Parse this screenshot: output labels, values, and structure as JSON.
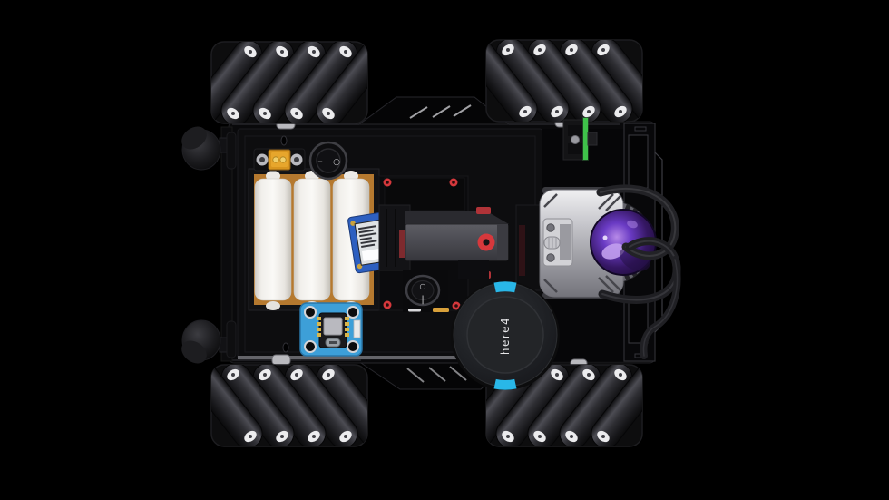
{
  "labels": {
    "gps_puck": "here4"
  },
  "switches": {
    "main_power": {
      "left_symbol": "–",
      "right_symbol": "○"
    },
    "aux_power": {
      "top_symbol": "○",
      "bottom_symbol": "|"
    }
  },
  "colors": {
    "background": "#000000",
    "chassis_black": "#09090b",
    "accent_cyan": "#29b7e8",
    "lens_purple": "#6a3bc4",
    "mcu_pcb_blue": "#3d9fd8",
    "oled_pcb_blue": "#2d5fc0",
    "battery_cell_white": "#f1efeb",
    "battery_tape_orange": "#b5792f",
    "xt30_connector_orange": "#d8951f",
    "screw_red": "#d6383c",
    "antenna_strip_green": "#3fc24a",
    "camera_silver": "#c9c9ce",
    "roller_cap_white": "#ececee",
    "led_yellow": "#d8a03a"
  },
  "parts": [
    "mecanum-wheel-top-left",
    "mecanum-wheel-top-right",
    "mecanum-wheel-bottom-left",
    "mecanum-wheel-bottom-right",
    "chassis-plate",
    "rear-handle-top",
    "rear-handle-bottom",
    "battery-pack-3-cells",
    "xt30-power-connector",
    "main-power-rocker-switch",
    "oled-status-display",
    "mcu-carrier-board",
    "motor-driver-block",
    "aux-rocker-switch",
    "here4-gnss-puck",
    "depth-camera-purple-lens",
    "camera-cables",
    "front-bumper-frame",
    "antenna-bracket-green",
    "vent-slashes-top",
    "vent-slashes-bottom"
  ]
}
